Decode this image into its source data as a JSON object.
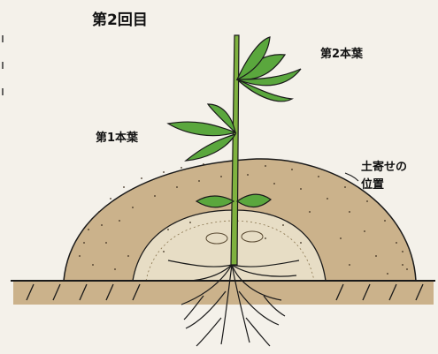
{
  "diagram": {
    "title": "第2回目",
    "labels": {
      "second_leaf": "第2本葉",
      "first_leaf": "第1本葉",
      "hilling_position_line1": "土寄せの",
      "hilling_position_line2": "位置"
    },
    "colors": {
      "background": "#f4f1ea",
      "soil": "#cbb28b",
      "soil_dots": "#3b2e1e",
      "leaf": "#5aa73d",
      "leaf_dark": "#1f3d12",
      "stem": "#7fb23f",
      "outline": "#1a1a1a"
    }
  }
}
